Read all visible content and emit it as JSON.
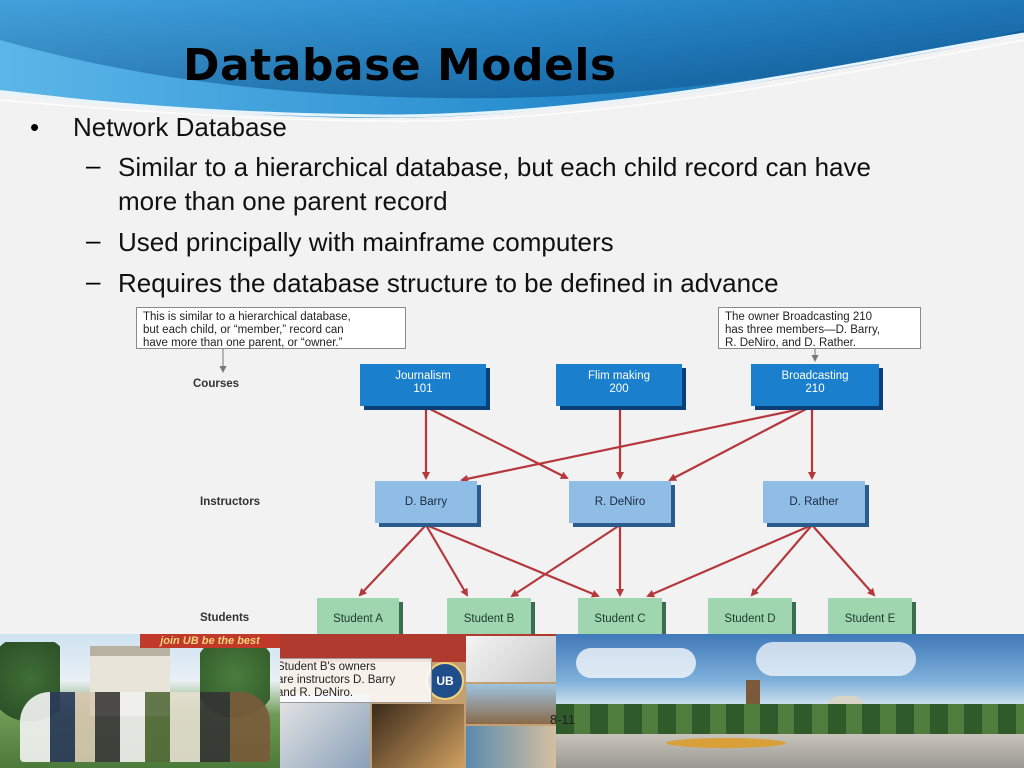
{
  "slide": {
    "title": "Database Models",
    "bullet": "Network Database",
    "subbullets": [
      {
        "line1": "Similar to a hierarchical database, but each child record can have",
        "line2": "more than one parent record"
      },
      {
        "line1": "Used principally with mainframe computers"
      },
      {
        "line1": "Requires the database structure to be defined in advance"
      }
    ],
    "page_number": "8-11"
  },
  "diagram": {
    "note_left": [
      "This is similar to a hierarchical database,",
      "but each child, or “member,” record can",
      "have more than one parent, or “owner.”"
    ],
    "note_right": [
      "The owner Broadcasting 210",
      "has three members—D. Barry,",
      "R. DeNiro, and D. Rather."
    ],
    "row_labels": {
      "courses": "Courses",
      "instructors": "Instructors",
      "students": "Students"
    },
    "courses": [
      {
        "name": "Journalism",
        "code": "101"
      },
      {
        "name": "Flim making",
        "code": "200"
      },
      {
        "name": "Broadcasting",
        "code": "210"
      }
    ],
    "instructors": [
      "D. Barry",
      "R. DeNiro",
      "D. Rather"
    ],
    "students": [
      "Student A",
      "Student B",
      "Student C",
      "Student D",
      "Student E"
    ],
    "links_course_to_instructor": [
      [
        "Journalism 101",
        "D. Barry"
      ],
      [
        "Journalism 101",
        "R. DeNiro"
      ],
      [
        "Flim making 200",
        "R. DeNiro"
      ],
      [
        "Broadcasting 210",
        "D. Barry"
      ],
      [
        "Broadcasting 210",
        "R. DeNiro"
      ],
      [
        "Broadcasting 210",
        "D. Rather"
      ]
    ],
    "links_instructor_to_student": [
      [
        "D. Barry",
        "Student A"
      ],
      [
        "D. Barry",
        "Student B"
      ],
      [
        "D. Barry",
        "Student C"
      ],
      [
        "R. DeNiro",
        "Student B"
      ],
      [
        "R. DeNiro",
        "Student C"
      ],
      [
        "D. Rather",
        "Student C"
      ],
      [
        "D. Rather",
        "Student D"
      ],
      [
        "D. Rather",
        "Student E"
      ]
    ],
    "colors": {
      "course": "#1a7fcc",
      "instructor": "#8fbde6",
      "student": "#9fd6b0",
      "arrow": "#b5383d"
    }
  },
  "footer": {
    "banner_text": "join UB be the best",
    "overlay_text": [
      "Student B's owners",
      "are instructors D. Barry",
      "and R. DeNiro."
    ],
    "logo_text": "UB"
  }
}
